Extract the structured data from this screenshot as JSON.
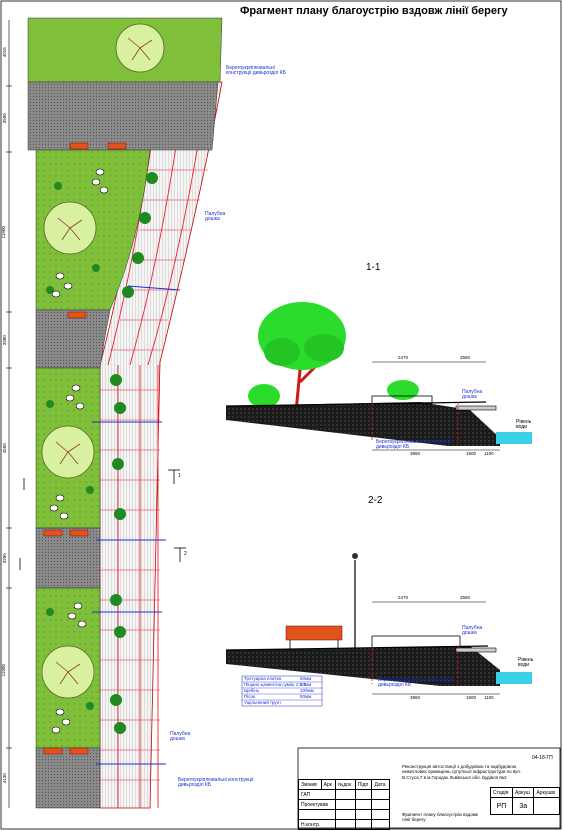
{
  "title": "Фрагмент плану благоустрію вздовж лінії берегу",
  "plan": {
    "label_shore_top": "Берегоукріплювальні конструкції дивьрозділ КБ",
    "label_deck_top": "Палубна дошка",
    "label_deck_bottom": "Палубна дошка",
    "label_shore_bottom": "Берегоукріплювальні конструкції дивьрозділ КБ",
    "dims": [
      "4015",
      "3500",
      "11900",
      "3380",
      "3200",
      "11900",
      "4130",
      "4560"
    ],
    "cut1": "1",
    "cut2": "2"
  },
  "section1": {
    "label": "1-1",
    "label_deck": "Палубна дошка",
    "label_water": "Рівень води",
    "label_shore": "Берегоукріплювальні конструкції дивьрозділ КБ",
    "dims": [
      "2470",
      "2560",
      "3960",
      "1500",
      "1100"
    ]
  },
  "section2": {
    "label": "2-2",
    "label_deck": "Палубна дошка",
    "label_water": "Рівень води",
    "label_shore": "Берегоукріплювальні конструкції дивьрозділ КБ",
    "dims": [
      "2470",
      "2560",
      "3960",
      "1500",
      "1100"
    ],
    "layers": [
      "Тротуарна плитка",
      "Піщано-цементна суміш 1:5 Т.",
      "Щебінь",
      "Пісок",
      "Ущільнений ґрунт"
    ],
    "layer_values": [
      "60мм",
      "30мм",
      "100мм",
      "50мм",
      ""
    ]
  },
  "stamp": {
    "code": "04-18-ГП",
    "description": "Реконструкція автостанції з добудовою та надбудовою нежитлових приміщень супутньої інфраструктури по вул. В.Стуса,7 в м.Городок Львівської обл. Будівля №2",
    "cols": [
      "Змінив",
      "Арк",
      "№док",
      "Підп",
      "Дата"
    ],
    "roles": [
      "ГАП",
      "Проектував",
      "",
      "Н.контр."
    ],
    "sheet_title": "Фрагмент плану благоустрію вздовж лінії берегу",
    "stage_h": "Стадія",
    "sheet_h": "Аркуш",
    "sheets_h": "Аркушів",
    "stage": "РП",
    "sheet": "3а"
  }
}
